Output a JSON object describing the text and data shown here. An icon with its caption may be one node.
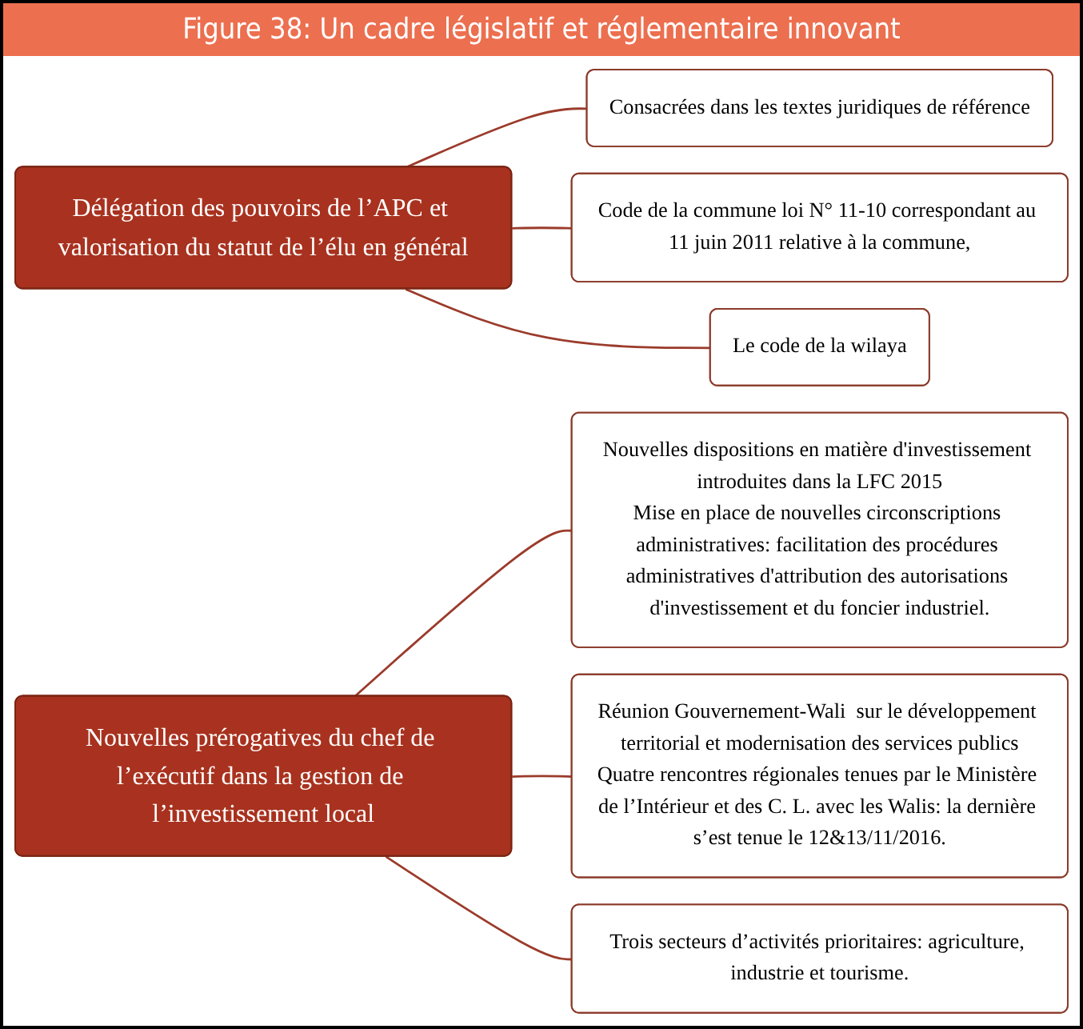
{
  "diagram": {
    "title": "Figure  38: Un cadre législatif et réglementaire innovant",
    "nodes": [
      {
        "text": [
          "Délégation des pouvoirs de l’APC et valorisation du statut de l’élu en général"
        ]
      },
      {
        "text": [
          "Consacrées dans les textes juridiques de référence"
        ]
      },
      {
        "text": [
          "Code de la commune loi N° 11-10 correspondant au 11 juin 2011 relative à la commune,"
        ]
      },
      {
        "text": [
          "Le code de la wilaya"
        ]
      },
      {
        "text": [
          "Nouvelles prérogatives du chef de l’exécutif dans la gestion de l’investissement local"
        ]
      },
      {
        "text": [
          "Nouvelles dispositions en matière d'investissement introduites dans la LFC 2015",
          "Mise en place de nouvelles circonscriptions administratives: facilitation des procédures administratives d'attribution des autorisations d'investissement et du foncier industriel."
        ]
      },
      {
        "text": [
          "Réunion Gouvernement-Wali  sur le développement territorial et modernisation des services publics",
          "Quatre rencontres régionales tenues par le Ministère de l’Intérieur et des C. L. avec les Walis: la dernière s’est tenue le 12&13/11/2016."
        ]
      },
      {
        "text": [
          "Trois secteurs d’activités prioritaires: agriculture, industrie et tourisme."
        ]
      }
    ],
    "edges": [
      {
        "from": 0,
        "to": 1,
        "arrow": "none"
      },
      {
        "from": 0,
        "to": 2,
        "arrow": "none"
      },
      {
        "from": 0,
        "to": 3,
        "arrow": "none"
      },
      {
        "from": 4,
        "to": 5,
        "arrow": "none"
      },
      {
        "from": 4,
        "to": 6,
        "arrow": "none"
      },
      {
        "from": 4,
        "to": 7,
        "arrow": "none"
      }
    ]
  }
}
